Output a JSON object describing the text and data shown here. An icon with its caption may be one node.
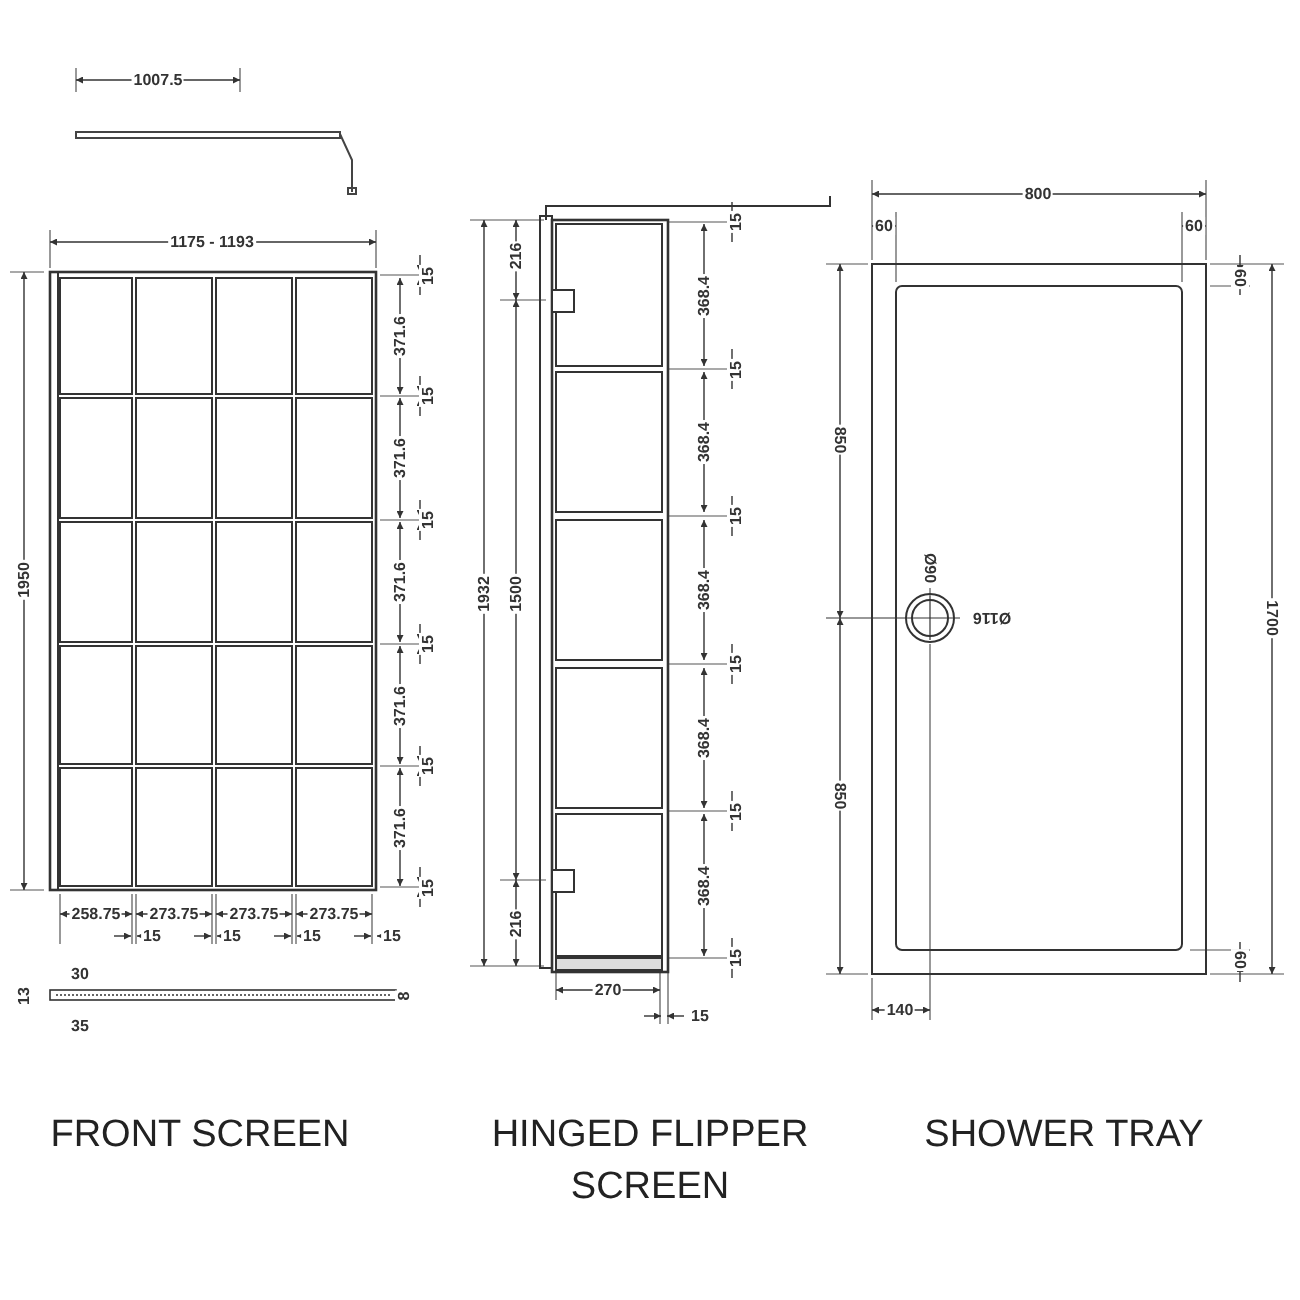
{
  "diagram": {
    "labels": [
      "1007.5",
      "1175 - 1193",
      "1950",
      "15",
      "371.6",
      "15",
      "371.6",
      "15",
      "371.6",
      "15",
      "371.6",
      "15",
      "371.6",
      "15",
      "258.75",
      "273.75",
      "273.75",
      "273.75",
      "15",
      "15",
      "15",
      "15",
      "30",
      "13",
      "35",
      "8",
      "216",
      "1932",
      "1500",
      "15",
      "368.4",
      "15",
      "368.4",
      "15",
      "368.4",
      "15",
      "368.4",
      "15",
      "368.4",
      "15",
      "216",
      "270",
      "15",
      "800",
      "60",
      "60",
      "60",
      "850",
      "Ø90",
      "Ø116",
      "1700",
      "850",
      "60",
      "140",
      "FRONT SCREEN",
      "HINGED FLIPPER SCREEN",
      "SHOWER TRAY"
    ]
  }
}
